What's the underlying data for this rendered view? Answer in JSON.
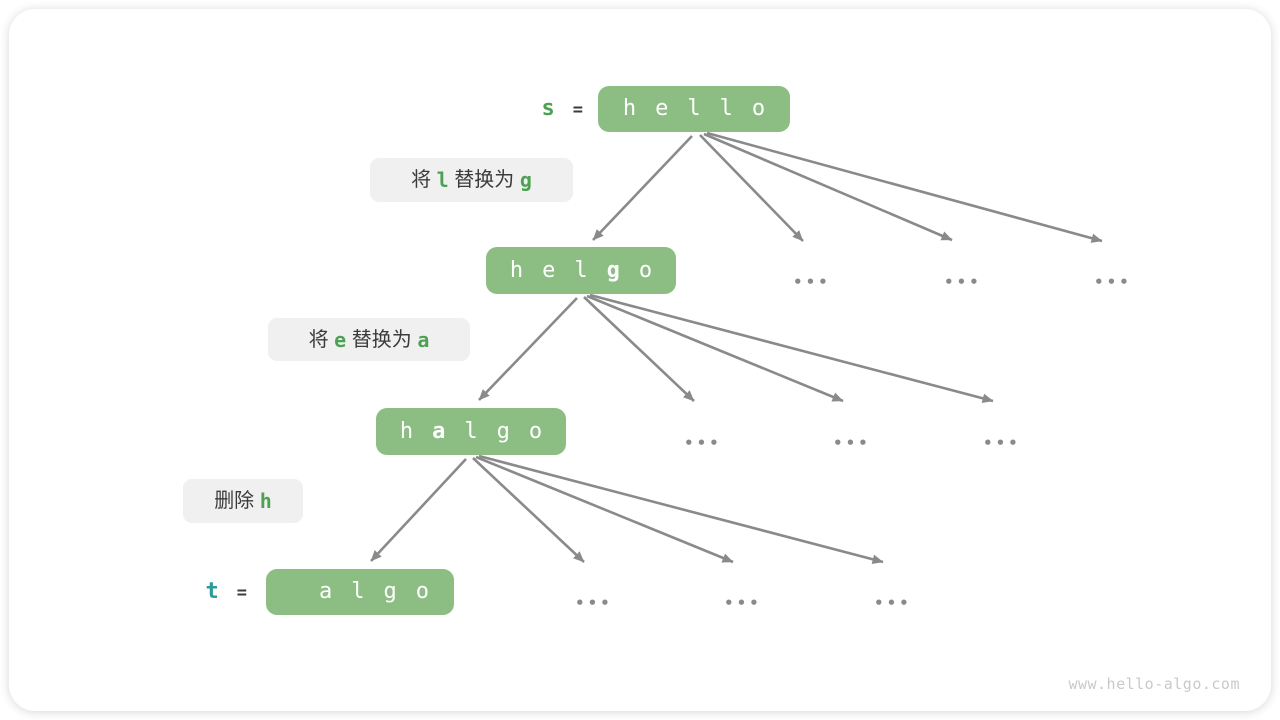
{
  "diagram": {
    "nodes": [
      {
        "id": "hello",
        "chars": [
          {
            "c": "h"
          },
          {
            "c": "e"
          },
          {
            "c": "l"
          },
          {
            "c": "l"
          },
          {
            "c": "o"
          }
        ]
      },
      {
        "id": "helgo",
        "chars": [
          {
            "c": "h"
          },
          {
            "c": "e"
          },
          {
            "c": "l"
          },
          {
            "c": "g",
            "bold": true
          },
          {
            "c": "o"
          }
        ]
      },
      {
        "id": "halgo",
        "chars": [
          {
            "c": "h"
          },
          {
            "c": "a",
            "bold": true
          },
          {
            "c": "l"
          },
          {
            "c": "g"
          },
          {
            "c": "o"
          }
        ]
      },
      {
        "id": "algo",
        "chars": [
          {
            "c": "a"
          },
          {
            "c": "l"
          },
          {
            "c": "g"
          },
          {
            "c": "o"
          }
        ]
      }
    ],
    "variables": {
      "s": {
        "name": "s",
        "equals": "="
      },
      "t": {
        "name": "t",
        "equals": "="
      }
    },
    "operations": [
      {
        "id": "replace-l-with-g",
        "segments": [
          {
            "t": "将 "
          },
          {
            "t": "l",
            "hl": true
          },
          {
            "t": " 替换为 "
          },
          {
            "t": "g",
            "hl": true
          }
        ]
      },
      {
        "id": "replace-e-with-a",
        "segments": [
          {
            "t": "将 "
          },
          {
            "t": "e",
            "hl": true
          },
          {
            "t": " 替换为 "
          },
          {
            "t": "a",
            "hl": true
          }
        ]
      },
      {
        "id": "delete-h",
        "segments": [
          {
            "t": "删除 "
          },
          {
            "t": "h",
            "hl": true
          }
        ]
      }
    ],
    "ellipsis": "•••",
    "watermark": "www.hello-algo.com",
    "colors": {
      "node_bg": "#8CBE84",
      "node_text": "#FFFFFF",
      "highlight": "#4EA154",
      "var_s": "#4EA154",
      "var_t": "#2E9B9B",
      "arrow": "#8A8A8A",
      "label_bg": "#F0F0F0",
      "label_text": "#3B3B3B",
      "watermark": "#C9C9C9"
    }
  }
}
